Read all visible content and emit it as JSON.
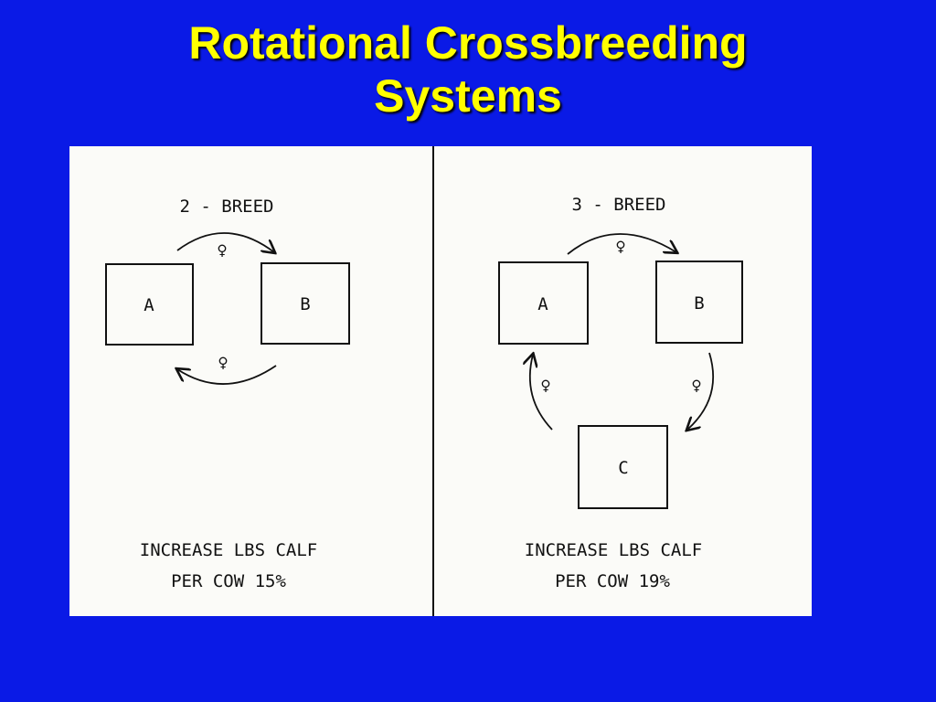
{
  "slide": {
    "title_line1": "Rotational Crossbreeding",
    "title_line2": "Systems"
  },
  "colors": {
    "background": "#0a1ae6",
    "title": "#ffff00",
    "panel": "#fbfbf8",
    "ink": "#111111"
  },
  "left_system": {
    "heading": "2 - BREED",
    "breeds": [
      "A",
      "B"
    ],
    "female_symbol": "♀",
    "result_line1": "INCREASE LBS CALF",
    "result_line2": "PER COW 15%"
  },
  "right_system": {
    "heading": "3 - BREED",
    "breeds": [
      "A",
      "B",
      "C"
    ],
    "female_symbol": "♀",
    "result_line1": "INCREASE LBS CALF",
    "result_line2": "PER COW 19%"
  }
}
